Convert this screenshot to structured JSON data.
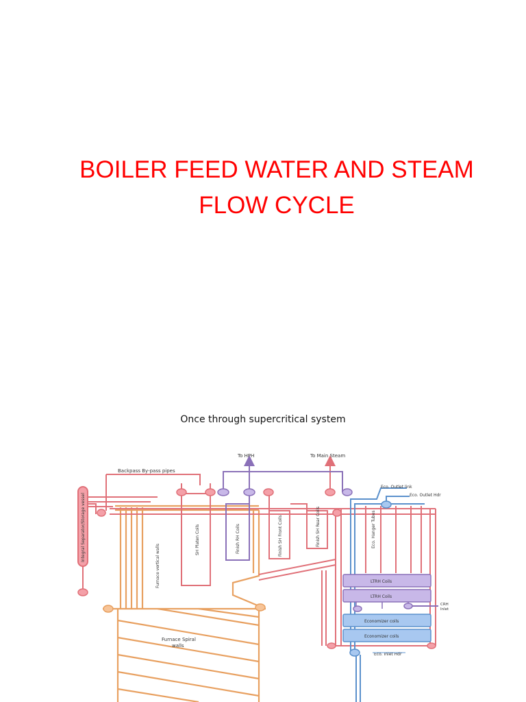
{
  "slide": {
    "title_line1": "BOILER FEED WATER AND STEAM",
    "title_line2": "FLOW CYCLE",
    "caption": "Once through supercritical system"
  },
  "diagram": {
    "labels": {
      "to_hph": "To HPH",
      "to_main_steam": "To Main Steam",
      "backpass_bypass": "Backpass By-pass pipes",
      "separator": "Integral Separator/Storage vessel",
      "furnace_vertical": "Furnace vertical walls",
      "sh_platen": "SH Platen Coils",
      "finish_rh": "Finish RH Coils",
      "finish_sh_front": "Finish SH Front Coils",
      "finish_sh_rear": "Finish SH Rear Coils",
      "eco_hanger": "Eco. Hanger Tubes",
      "eco_outlet_link": "Eco. Outlet link",
      "eco_outlet_hdr": "Eco. Outlet Hdr",
      "ltrh_1": "LTRH Coils",
      "ltrh_2": "LTRH Coils",
      "crh": "CRH",
      "crh_2": "Inlet",
      "economizer_1": "Economizer coils",
      "economizer_2": "Economizer coils",
      "furnace_spiral_1": "Furnace Spiral",
      "furnace_spiral_2": "walls",
      "eco_inlet_hdr": "Eco. Inlet Hdr"
    },
    "colors": {
      "steam_sh": "#e07078",
      "reheat": "#8a70b8",
      "water": "#5a90cc",
      "furnace": "#e8a060",
      "ltrh_fill": "#c8b8e8",
      "eco_fill": "#a8c8f0",
      "title": "#ff0000"
    }
  }
}
